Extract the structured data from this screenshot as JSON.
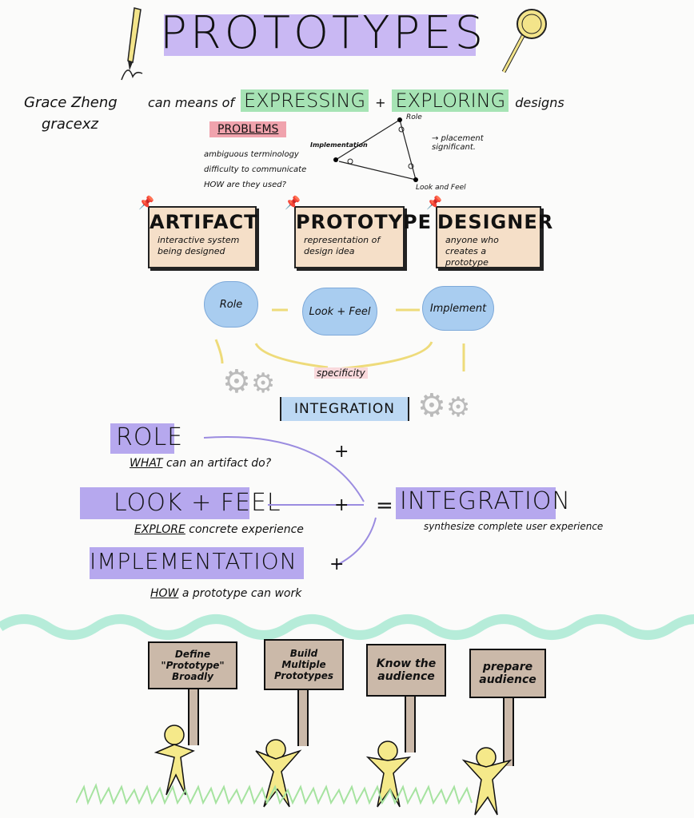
{
  "title": "PROTOTYPES",
  "author": {
    "name": "Grace Zheng",
    "handle": "gracexz"
  },
  "tagline": {
    "prefix": "can means of",
    "word1": "EXPRESSING",
    "plus": "+",
    "word2": "EXPLORING",
    "suffix": "designs"
  },
  "problems": {
    "heading": "PROBLEMS",
    "items": [
      "ambiguous terminology",
      "difficulty to communicate",
      "HOW are they used?"
    ]
  },
  "triangle": {
    "top": "Role",
    "left": "Implementation",
    "bottom": "Look and Feel",
    "note": "→ placement significant."
  },
  "cards": [
    {
      "title": "ARTIFACT",
      "desc": "interactive system being designed"
    },
    {
      "title": "PROTOTYPE",
      "desc": "representation of design idea"
    },
    {
      "title": "DESIGNER",
      "desc": "anyone who creates a prototype"
    }
  ],
  "clouds": [
    "Role",
    "Look + Feel",
    "Implement"
  ],
  "specificity": "specificity",
  "integration_box": "INTEGRATION",
  "equation": {
    "role": {
      "label": "ROLE",
      "key": "WHAT",
      "desc": "can an artifact do?"
    },
    "look": {
      "label": "LOOK + FEEL",
      "key": "EXPLORE",
      "desc": "concrete experience"
    },
    "impl": {
      "label": "IMPLEMENTATION",
      "key": "HOW",
      "desc": "a prototype can work"
    },
    "plus": "+",
    "equals": "=",
    "result": {
      "label": "INTEGRATION",
      "desc": "synthesize complete user experience"
    }
  },
  "signs": [
    "Define \"Prototype\" Broadly",
    "Build Multiple Prototypes",
    "Know the audience",
    "prepare audience"
  ],
  "colors": {
    "purple": "#b6a8ee",
    "green": "#a6e3b4",
    "pink": "#f0a3ad",
    "peach": "#f5dfc8",
    "blue": "#a9cdf0",
    "mint": "#b6ecd9",
    "tan": "#cbb9a9",
    "yellow": "#f5e98a"
  }
}
